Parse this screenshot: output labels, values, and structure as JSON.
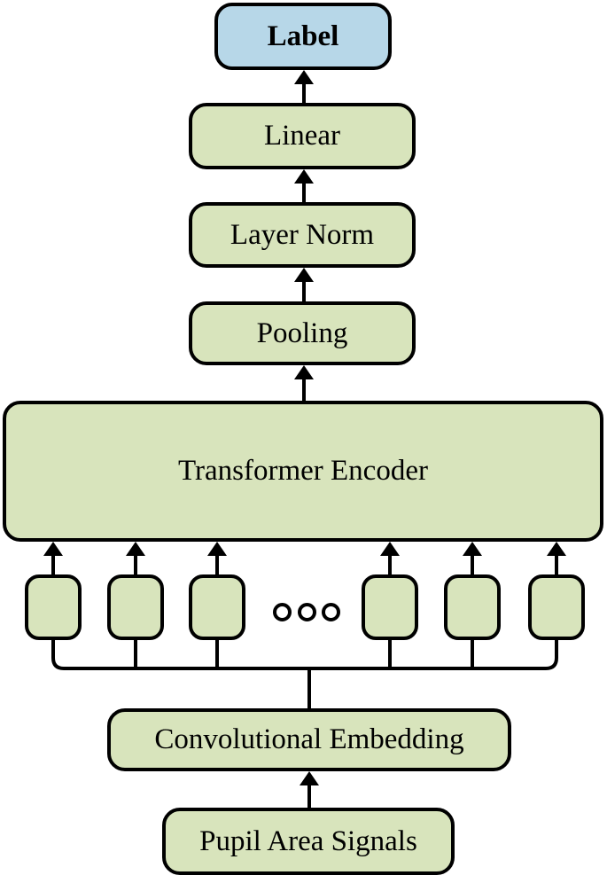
{
  "colors": {
    "block_fill": "#d8e4bc",
    "output_fill": "#b7d7e8",
    "stroke": "#000000"
  },
  "nodes": {
    "label": "Label",
    "linear": "Linear",
    "layer_norm": "Layer Norm",
    "pooling": "Pooling",
    "transformer_encoder": "Transformer Encoder",
    "convolutional_embedding": "Convolutional Embedding",
    "pupil_area_signals": "Pupil Area Signals"
  },
  "token_count_visible": 6
}
